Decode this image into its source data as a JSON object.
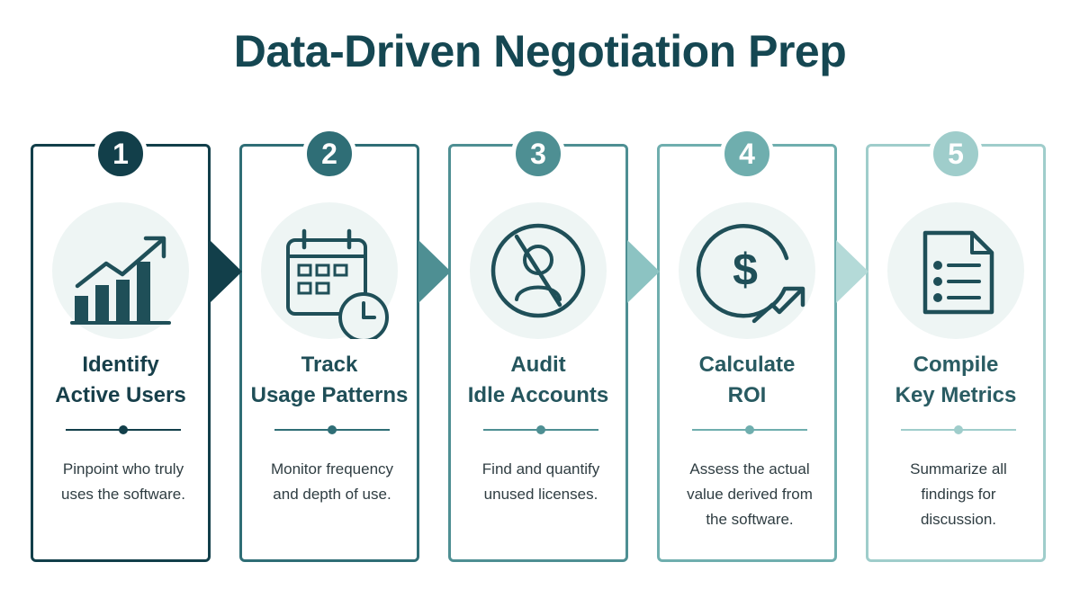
{
  "title": "Data-Driven Negotiation Prep",
  "colors": {
    "title": "#154752",
    "step_colors": [
      "#123f4a",
      "#2f6e76",
      "#4e8f93",
      "#6faeae",
      "#9fcdcb"
    ],
    "step_text": [
      "#173f4a",
      "#1f4e57",
      "#24555d",
      "#285a61",
      "#2a5c63"
    ],
    "icon_bg": "#eef5f4",
    "icon_line": "#1f4f58"
  },
  "steps": [
    {
      "number": "1",
      "icon": "bar-chart-growth-icon",
      "title_lines": [
        "Identify",
        "Active Users"
      ],
      "desc_lines": [
        "Pinpoint who truly",
        "uses the software."
      ]
    },
    {
      "number": "2",
      "icon": "calendar-clock-icon",
      "title_lines": [
        "Track",
        "Usage Patterns"
      ],
      "desc_lines": [
        "Monitor frequency",
        "and depth of use."
      ]
    },
    {
      "number": "3",
      "icon": "user-slash-icon",
      "title_lines": [
        "Audit",
        "Idle Accounts"
      ],
      "desc_lines": [
        "Find and quantify",
        "unused licenses."
      ]
    },
    {
      "number": "4",
      "icon": "dollar-growth-icon",
      "title_lines": [
        "Calculate",
        "ROI"
      ],
      "desc_lines": [
        "Assess the actual",
        "value derived from",
        "the software."
      ]
    },
    {
      "number": "5",
      "icon": "document-list-icon",
      "title_lines": [
        "Compile",
        "Key Metrics"
      ],
      "desc_lines": [
        "Summarize all",
        "findings for",
        "discussion."
      ]
    }
  ]
}
